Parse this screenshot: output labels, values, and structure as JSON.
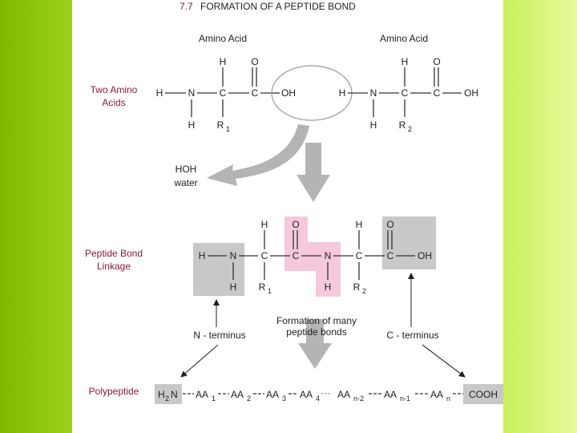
{
  "title": {
    "number": "7.7",
    "text": "FORMATION OF A PEPTIDE BOND"
  },
  "labels": {
    "amino_acid_1": "Amino Acid",
    "amino_acid_2": "Amino Acid",
    "two_amino_acids_line1": "Two Amino",
    "two_amino_acids_line2": "Acids",
    "peptide_bond_line1": "Peptide Bond",
    "peptide_bond_line2": "Linkage",
    "polypeptide": "Polypeptide",
    "water_line1": "HOH",
    "water_line2": "water",
    "many_bonds_line1": "Formation of many",
    "many_bonds_line2": "peptide bonds",
    "n_terminus": "N - terminus",
    "c_terminus": "C - terminus"
  },
  "atoms": {
    "H": "H",
    "N": "N",
    "C": "C",
    "O": "O",
    "OH": "OH",
    "R": "R",
    "sub1": "1",
    "sub2": "2"
  },
  "chain": {
    "h2n_h": "H",
    "h2n_sub": "2",
    "h2n_n": "N",
    "aa": "AA",
    "subs": [
      "1",
      "2",
      "3",
      "4",
      "n-2",
      "n-1",
      "n"
    ],
    "dots": "···",
    "cooh": "COOH"
  },
  "colors": {
    "left_band": "#8cc800",
    "right_band": "#d8f57a",
    "highlight_gray": "#c8c8c8",
    "highlight_pink": "#f5c8dc",
    "label_maroon": "#8b1a3a",
    "arrow_gray": "#b4b4b4"
  }
}
